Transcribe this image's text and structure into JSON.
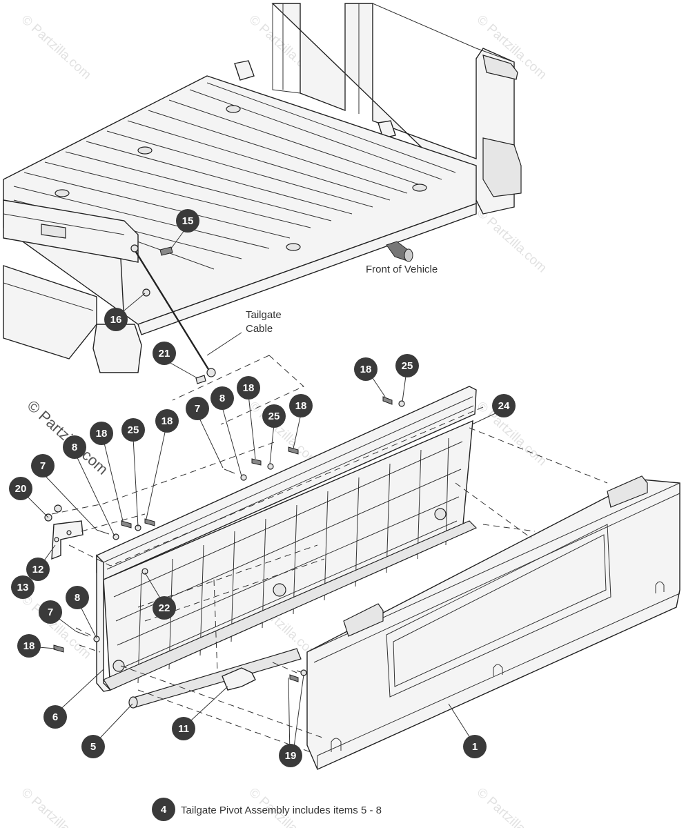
{
  "watermark": "© Partzilla.com",
  "labels": {
    "front": "Front of Vehicle",
    "cable_line1": "Tailgate",
    "cable_line2": "Cable"
  },
  "footer": {
    "item": "4",
    "text": "Tailgate Pivot Assembly includes items 5 - 8"
  },
  "callouts": [
    "15",
    "16",
    "21",
    "18",
    "25",
    "24",
    "18",
    "8",
    "7",
    "25",
    "18",
    "18",
    "25",
    "18",
    "8",
    "7",
    "20",
    "12",
    "13",
    "22",
    "8",
    "7",
    "18",
    "6",
    "5",
    "11",
    "19",
    "1"
  ]
}
